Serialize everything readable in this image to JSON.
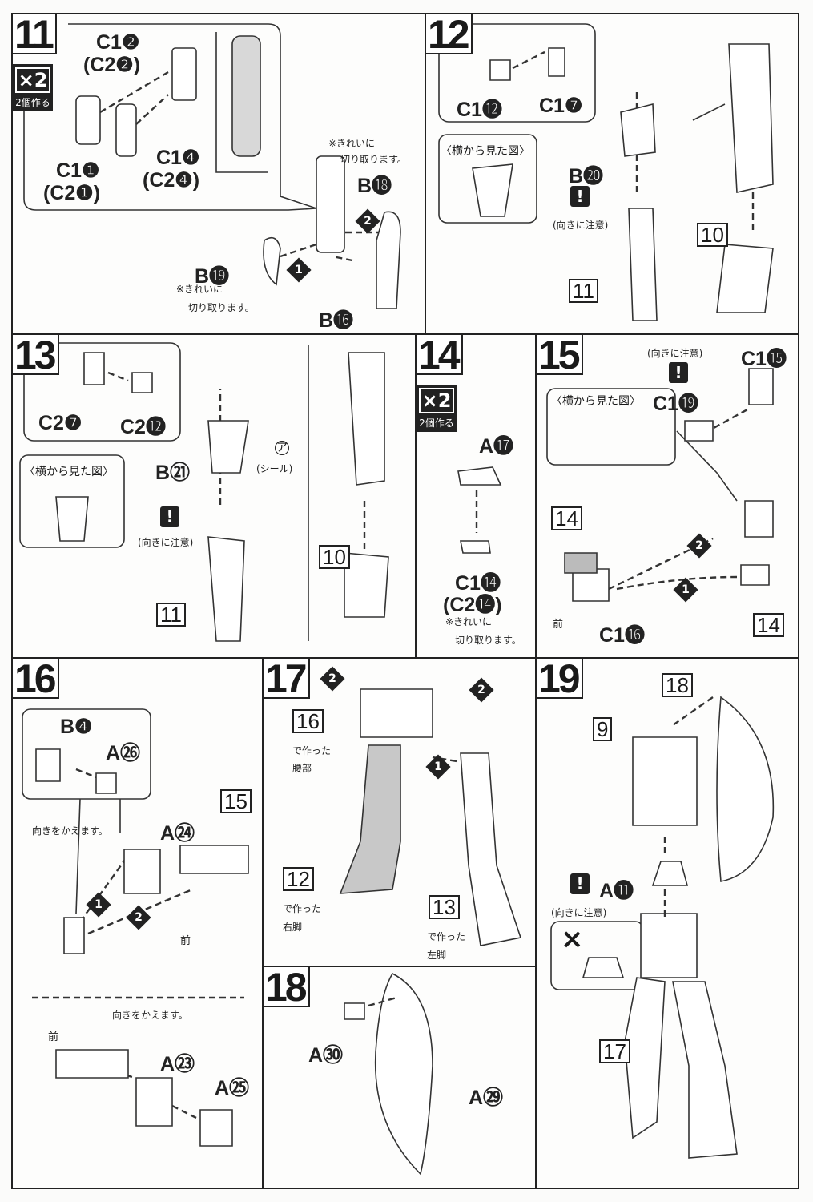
{
  "step11": {
    "step": "11",
    "qty": "×2",
    "qty_note": "2個作る",
    "parts": [
      "C1❷",
      "(C2❷)",
      "C1❶",
      "(C2❶)",
      "C1❹",
      "(C2❹)",
      "B⓲",
      "B⓳",
      "B⓰"
    ],
    "note_line1": "※きれいに",
    "note_line2": "切り取ります。",
    "order": [
      "1",
      "2"
    ]
  },
  "step12": {
    "step": "12",
    "parts": [
      "C1⓬",
      "C1❼",
      "B⓴"
    ],
    "side_view": "〈横から見た図〉",
    "caution": "(向きに注意)",
    "warn": "!",
    "refs": [
      "11",
      "10"
    ]
  },
  "step13": {
    "step": "13",
    "parts": [
      "C2❼",
      "C2⓬",
      "B㉑"
    ],
    "side_view": "〈横から見た図〉",
    "caution": "(向きに注意)",
    "warn": "!",
    "sticker_mark": "ア",
    "sticker": "(シール)",
    "refs": [
      "11",
      "10"
    ]
  },
  "step14": {
    "step": "14",
    "qty": "×2",
    "qty_note": "2個作る",
    "parts": [
      "A⓱",
      "C1⓮",
      "(C2⓮)"
    ],
    "note_line1": "※きれいに",
    "note_line2": "切り取ります。"
  },
  "step15": {
    "step": "15",
    "caution": "(向きに注意)",
    "warn": "!",
    "parts": [
      "C1⓳",
      "C1⓯",
      "C1⓰"
    ],
    "side_view": "〈横から見た図〉",
    "refs": [
      "14",
      "14"
    ],
    "front": "前",
    "order": [
      "1",
      "2"
    ]
  },
  "step16": {
    "step": "16",
    "parts": [
      "B❹",
      "A㉖",
      "A㉔",
      "A㉓",
      "A㉕"
    ],
    "turn": "向きをかえます。",
    "refs": [
      "15"
    ],
    "front": "前",
    "order": [
      "1",
      "2"
    ]
  },
  "step17": {
    "step": "17",
    "refs": [
      "16",
      "12",
      "13"
    ],
    "made_with": "で作った",
    "waist": "腰部",
    "right_leg": "右脚",
    "left_leg": "左脚",
    "order": [
      "2",
      "2",
      "1"
    ]
  },
  "step18": {
    "step": "18",
    "parts": [
      "A㉚",
      "A㉙"
    ]
  },
  "step19": {
    "step": "19",
    "refs": [
      "18",
      "9",
      "17"
    ],
    "parts": [
      "A⓫"
    ],
    "warn": "!",
    "caution": "(向きに注意)",
    "wrong": "×"
  }
}
